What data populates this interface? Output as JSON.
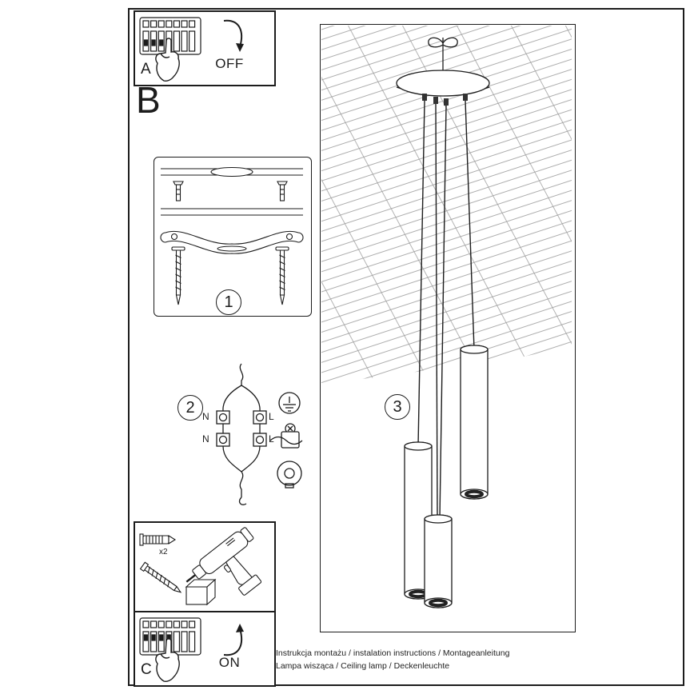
{
  "page": {
    "bg": "#ffffff",
    "ink": "#1c1c1c",
    "hatch_color": "#999999"
  },
  "panels": {
    "a": {
      "label": "A",
      "action": "OFF"
    },
    "b": {
      "label": "B"
    },
    "c": {
      "label": "C",
      "action": "ON"
    },
    "step1": {
      "number": "1"
    },
    "step2": {
      "number": "2"
    },
    "step3": {
      "number": "3"
    }
  },
  "wiring": {
    "n_top": "N",
    "l_top": "L",
    "n_bottom": "N",
    "l_bottom": "L"
  },
  "hardware": {
    "dowel_count": "x2"
  },
  "footer": {
    "line1": "Instrukcja montażu / instalation instructions / Montageanleitung",
    "line2": "Lampa wisząca / Ceiling lamp / Deckenleuchte"
  },
  "icons": {
    "breaker_off": "circuit-breaker-panel-hand-switch-off",
    "breaker_on": "circuit-breaker-panel-hand-switch-on",
    "bracket": "ceiling-mounting-bracket-with-screws",
    "wiring": "terminal-block-wire-connection",
    "drill": "drill-with-wall-plug-and-screw",
    "lamp": "three-tube-pendant-lamp-on-ceiling"
  }
}
